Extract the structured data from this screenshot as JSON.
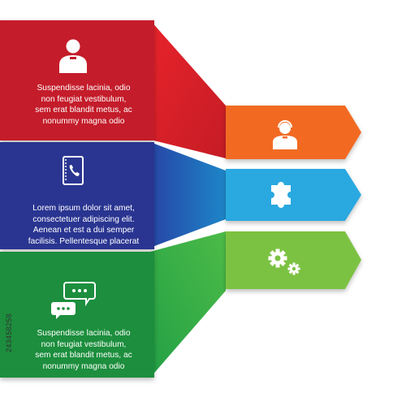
{
  "colors": {
    "red": "#e21e26",
    "red_dark": "#c41b27",
    "orange": "#f26a21",
    "blue_dark": "#2b3590",
    "blue_mid": "#1e6fb8",
    "blue_light": "#27a9e1",
    "green_dark": "#1b8a3b",
    "green_mid": "#3bb449",
    "green_light": "#7dc242"
  },
  "panels": [
    {
      "id": "red",
      "icon": "user-icon",
      "lines": [
        "Suspendisse lacinia, odio",
        "non feugiat vestibulum,",
        "sem erat blandit metus, ac",
        "nonummy magna odio"
      ]
    },
    {
      "id": "blue",
      "icon": "phone-book-icon",
      "lines": [
        "Lorem ipsum dolor sit amet,",
        "consectetuer adipiscing elit.",
        "Aenean et est a dui semper",
        "facilisis. Pellentesque placerat"
      ]
    },
    {
      "id": "green",
      "icon": "chat-bubbles-icon",
      "lines": [
        "Suspendisse lacinia, odio",
        "non feugiat vestibulum,",
        "sem erat blandit metus, ac",
        "nonummy magna odio"
      ]
    }
  ],
  "arrows": [
    {
      "id": "orange",
      "icon": "support-agent-icon"
    },
    {
      "id": "light-blue",
      "icon": "puzzle-icon"
    },
    {
      "id": "light-green",
      "icon": "gears-icon"
    }
  ],
  "image_id": "243458258"
}
